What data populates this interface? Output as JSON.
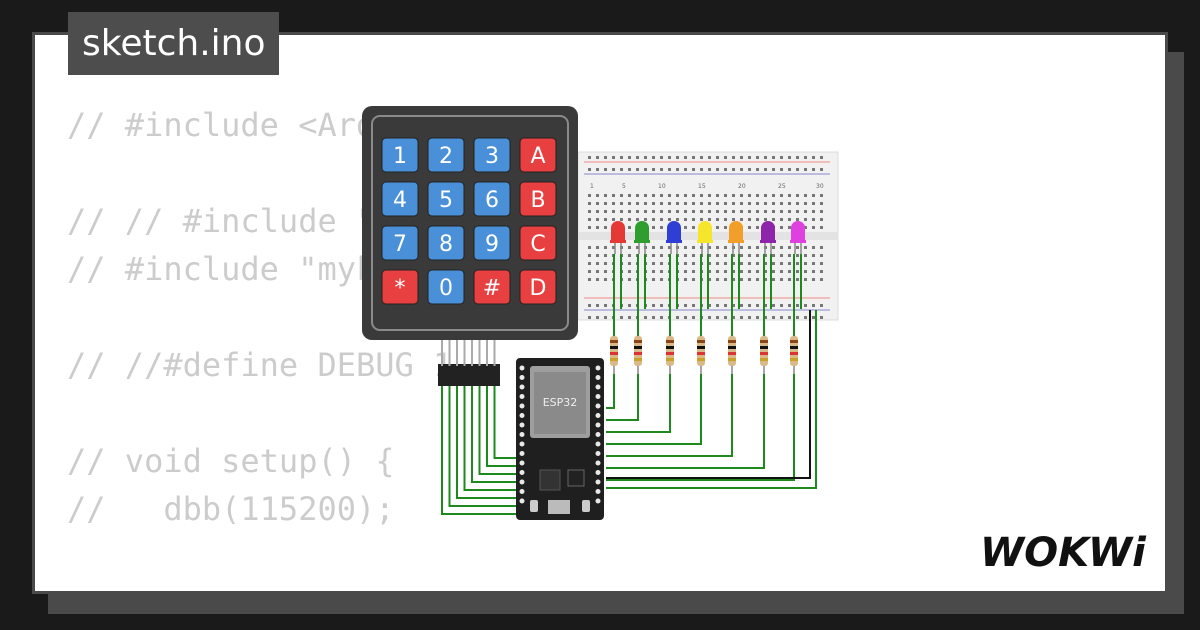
{
  "file_tab": {
    "label": "sketch.ino"
  },
  "code_lines": [
    "// #include <Ard",
    "",
    "// // #include \"",
    "// #include \"myk",
    "",
    "// //#define DEBUG 1",
    "",
    "// void setup() {",
    "//   dbb(115200);"
  ],
  "keypad": {
    "keys": [
      "1",
      "2",
      "3",
      "A",
      "4",
      "5",
      "6",
      "B",
      "7",
      "8",
      "9",
      "C",
      "*",
      "0",
      "#",
      "D"
    ],
    "colors": {
      "blue": "#4a90d9",
      "red": "#e84040",
      "body": "#3a3a3a"
    }
  },
  "board": {
    "label": "ESP32"
  },
  "breadcolumns": [
    "1",
    "5",
    "10",
    "15",
    "20",
    "25",
    "30"
  ],
  "leds": [
    {
      "color": "#e53935"
    },
    {
      "color": "#2e9e2e"
    },
    {
      "color": "#2f3fd6"
    },
    {
      "color": "#f5e52b"
    },
    {
      "color": "#f29e2b"
    },
    {
      "color": "#8e24aa"
    },
    {
      "color": "#e040e0"
    }
  ],
  "brand": {
    "logo_text": "WOKWi"
  }
}
